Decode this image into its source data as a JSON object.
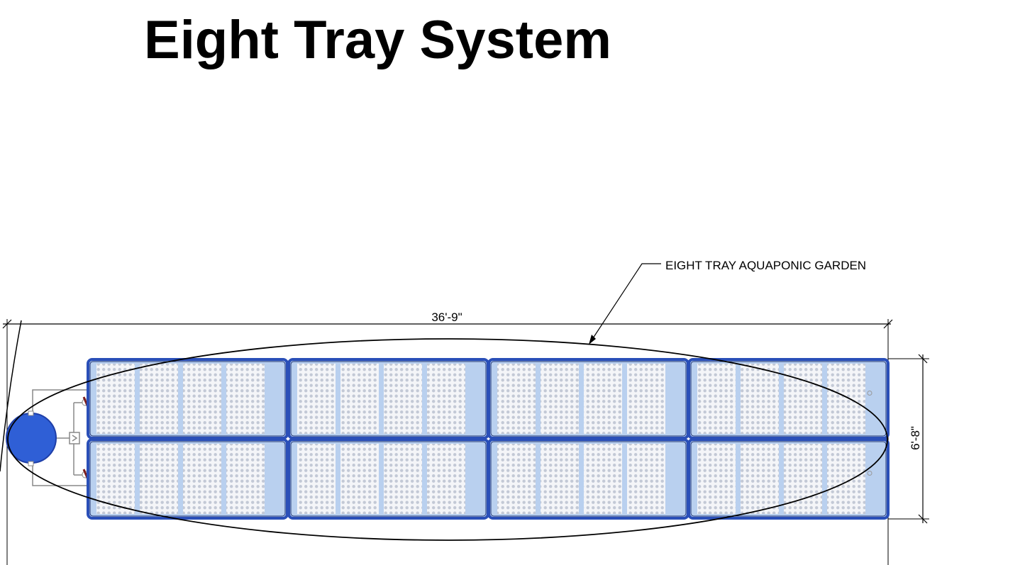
{
  "title": "Eight Tray System",
  "labels": {
    "garden_callout": "EIGHT TRAY AQUAPONIC GARDEN",
    "length_dimension": "36'-9\"",
    "width_dimension": "6'-8\""
  },
  "layout": {
    "tray_columns": 4,
    "tray_rows": 2,
    "grow_panels_per_tray": 4
  },
  "colors": {
    "tray_border": "#2a4fb8",
    "sump_tank": "#2f5fd6",
    "tray_fill": "#b9d0ef",
    "dots": "#c3c9d6"
  }
}
